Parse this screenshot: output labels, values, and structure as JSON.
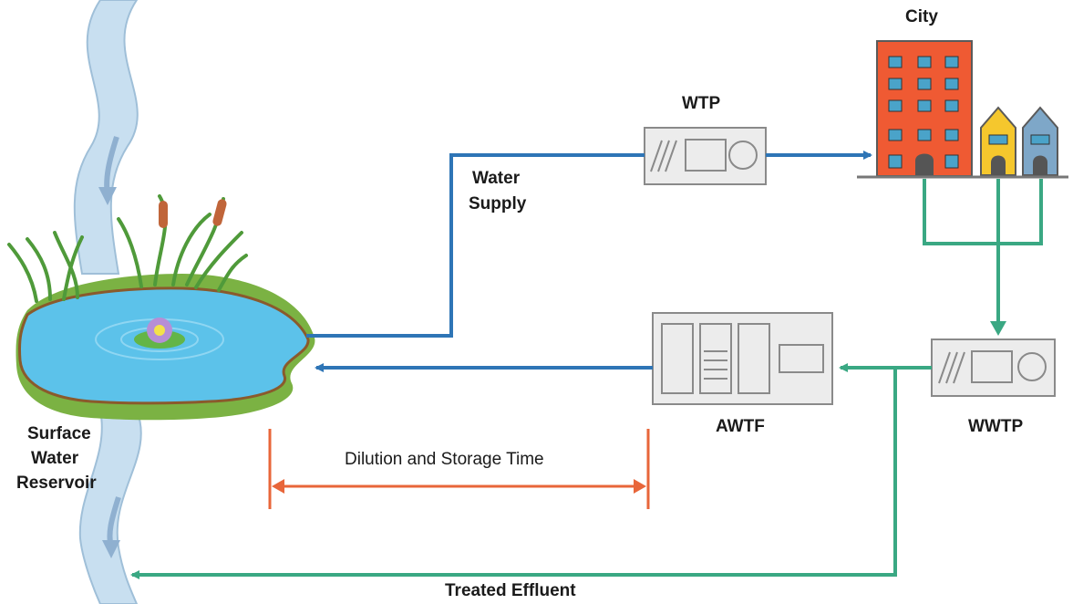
{
  "labels": {
    "city": "City",
    "wtp": "WTP",
    "awtf": "AWTF",
    "wwtp": "WWTP",
    "water_supply_line1": "Water",
    "water_supply_line2": "Supply",
    "reservoir_line1": "Surface",
    "reservoir_line2": "Water",
    "reservoir_line3": "Reservoir",
    "dilution": "Dilution and Storage Time",
    "treated_effluent": "Treated Effluent"
  },
  "colors": {
    "supply_line": "#2e75b6",
    "effluent_line": "#3aa883",
    "dilution_arrow": "#e8663a",
    "plant_fill": "#ececec",
    "plant_stroke": "#8a8a8a",
    "water": "#5cc2ea",
    "river": "#c8dff0",
    "grass": "#7bb243",
    "building_red": "#ef5a33",
    "house_yellow": "#f5c72d",
    "house_blue": "#7ea7c8"
  }
}
